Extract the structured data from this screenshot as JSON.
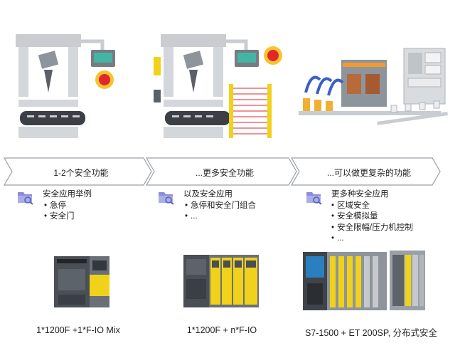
{
  "stages": [
    {
      "arrow_label": "1-2个安全功能",
      "section_title": "安全应用举例",
      "items": [
        "急停",
        "安全门"
      ],
      "caption": "1*1200F +1*F-IO Mix"
    },
    {
      "arrow_label": "...更多安全功能",
      "section_title": "以及安全应用",
      "items": [
        "急停和安全门组合",
        "..."
      ],
      "caption": "1*1200F + n*F-IO"
    },
    {
      "arrow_label": "...可以做更复杂的功能",
      "section_title": "更多种安全应用",
      "items": [
        "区域安全",
        "安全模拟量",
        "安全限幅/压力机控制",
        "..."
      ],
      "caption": "S7-1500 + ET 200SP, 分布式安全"
    }
  ],
  "colors": {
    "arrow_border": "#9aa0a6",
    "folder": "#8a8fd8",
    "machine_grey": "#c9cdd2",
    "safety_yellow": "#f0d21a",
    "estop_red": "#e3262b",
    "hmi_screen": "#45b5a3"
  }
}
